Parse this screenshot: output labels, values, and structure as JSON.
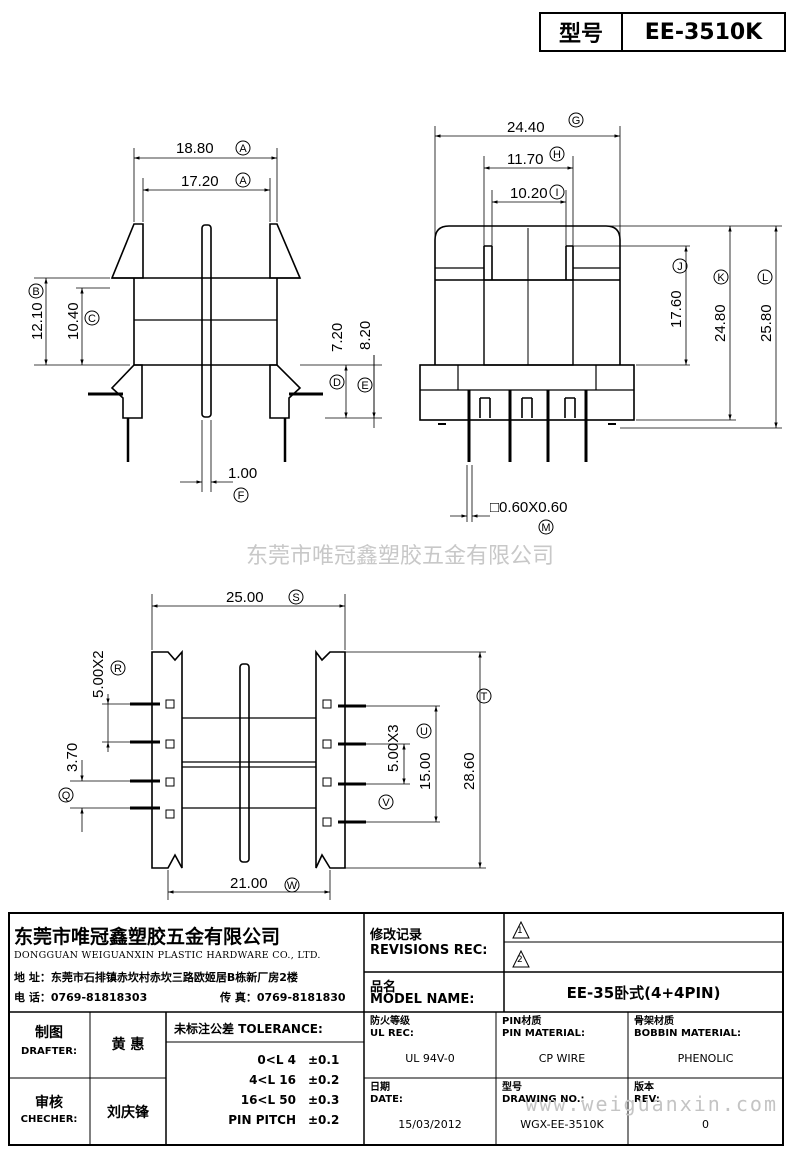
{
  "header": {
    "model_label": "型号",
    "model_value": "EE-3510K"
  },
  "watermark": {
    "company": "东莞市唯冠鑫塑胶五金有限公司",
    "site": "www.weiguanxin.com"
  },
  "views": {
    "side": {
      "dims": {
        "d1880": "18.80",
        "d1720": "17.20",
        "d1210": "12.10",
        "d1040": "10.40",
        "d720": "7.20",
        "d820": "8.20",
        "d100": "1.00"
      },
      "marks": {
        "A1": "A",
        "A2": "A",
        "B": "B",
        "C": "C",
        "D": "D",
        "E": "E",
        "F": "F"
      }
    },
    "front": {
      "dims": {
        "d2440": "24.40",
        "d1170": "11.70",
        "d1020": "10.20",
        "d1760": "17.60",
        "d2480": "24.80",
        "d2580": "25.80",
        "pin": "□0.60X0.60"
      },
      "marks": {
        "G": "G",
        "H": "H",
        "I": "I",
        "J": "J",
        "K": "K",
        "L": "L",
        "M": "M"
      }
    },
    "bottom": {
      "dims": {
        "d2500": "25.00",
        "d500x2": "5.00X2",
        "d370": "3.70",
        "d500x3": "5.00X3",
        "d1500": "15.00",
        "d2860": "28.60",
        "d2100": "21.00"
      },
      "marks": {
        "S": "S",
        "R": "R",
        "Q": "Q",
        "U": "U",
        "V": "V",
        "T": "T",
        "W": "W"
      }
    }
  },
  "title_block": {
    "company_cn": "东莞市唯冠鑫塑胶五金有限公司",
    "company_en": "DONGGUAN WEIGUANXIN PLASTIC HARDWARE CO., LTD.",
    "address": "地  址：东莞市石排镇赤坎村赤坎三路欧姬居B栋新厂房2楼",
    "phone": "电  话：0769-81818303",
    "fax": "传  真：0769-8181830",
    "revisions_cn": "修改记录",
    "revisions_en": "REVISIONS REC:",
    "rev1": "1",
    "rev2": "2",
    "model_name_cn": "品名",
    "model_name_en": "MODEL NAME:",
    "model_name_value": "EE-35卧式(4+4PIN)",
    "drafter_cn": "制图",
    "drafter_en": "DRAFTER:",
    "drafter_name": "黄  惠",
    "checker_cn": "审核",
    "checker_en": "CHECHER:",
    "checker_name": "刘庆锋",
    "tolerance_title": "未标注公差 TOLERANCE:",
    "tolerances": [
      {
        "range": "0<L  4",
        "value": "±0.1"
      },
      {
        "range": "4<L  16",
        "value": "±0.2"
      },
      {
        "range": "16<L  50",
        "value": "±0.3"
      },
      {
        "range": "PIN PITCH",
        "value": "±0.2"
      }
    ],
    "ul_cn": "防火等级",
    "ul_en": "UL REC:",
    "ul_value": "UL 94V-0",
    "pin_mat_cn": "PIN材质",
    "pin_mat_en": "PIN MATERIAL:",
    "pin_mat_value": "CP WIRE",
    "bobbin_mat_cn": "骨架材质",
    "bobbin_mat_en": "BOBBIN MATERIAL:",
    "bobbin_mat_value": "PHENOLIC",
    "date_cn": "日期",
    "date_en": "DATE:",
    "date_value": "15/03/2012",
    "drawing_cn": "型号",
    "drawing_en": "DRAWING NO.:",
    "drawing_value": "WGX-EE-3510K",
    "rev_cn": "版本",
    "rev_en": "REV:",
    "rev_value": "0"
  }
}
